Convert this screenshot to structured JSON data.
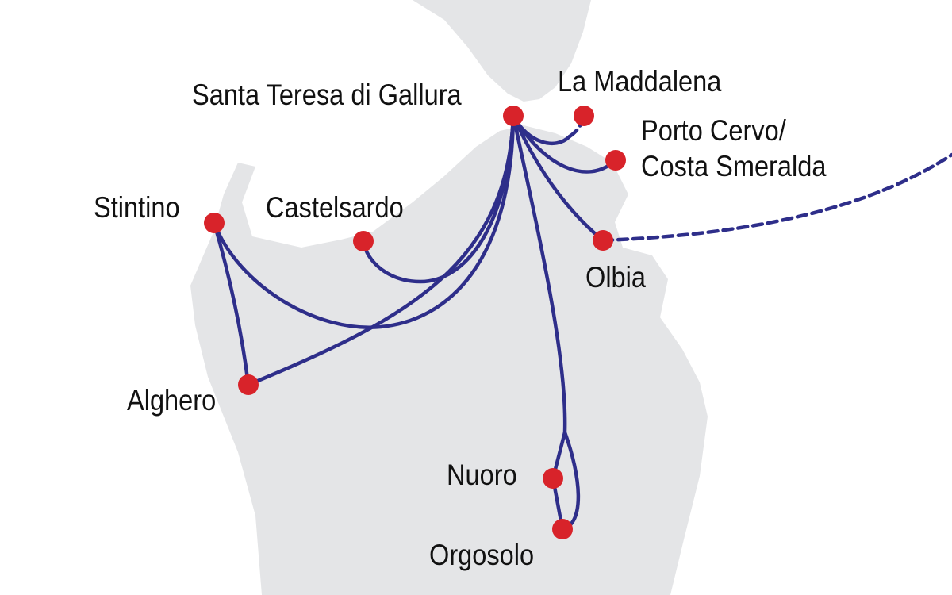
{
  "map": {
    "colors": {
      "land": "#e4e5e7",
      "route": "#2e2e8a",
      "city": "#d8232a"
    },
    "cities": [
      {
        "id": "santa-teresa",
        "label": "Santa Teresa di Gallura"
      },
      {
        "id": "la-maddalena",
        "label": "La Maddalena"
      },
      {
        "id": "porto-cervo",
        "label_line1": "Porto Cervo/",
        "label_line2": "Costa Smeralda"
      },
      {
        "id": "olbia",
        "label": "Olbia"
      },
      {
        "id": "castelsardo",
        "label": "Castelsardo"
      },
      {
        "id": "stintino",
        "label": "Stintino"
      },
      {
        "id": "alghero",
        "label": "Alghero"
      },
      {
        "id": "nuoro",
        "label": "Nuoro"
      },
      {
        "id": "orgosolo",
        "label": "Orgosolo"
      }
    ]
  }
}
